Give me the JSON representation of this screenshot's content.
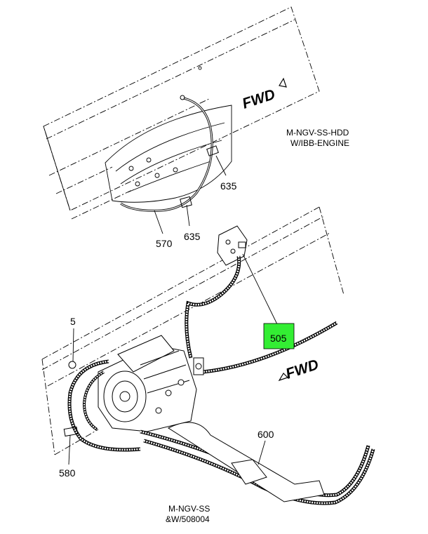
{
  "captions": {
    "upper_line1": "M-NGV-SS-HDD",
    "upper_line2": "W/IBB-ENGINE",
    "lower_line1": "M-NGV-SS",
    "lower_line2": "&W/508004"
  },
  "direction": {
    "upper": "FWD",
    "lower": "FWD"
  },
  "callouts": {
    "c635_top": "635",
    "c635_bottom": "635",
    "c570": "570",
    "c505": "505",
    "c5": "5",
    "c580": "580",
    "c600": "600"
  },
  "colors": {
    "highlight": "#33ee33",
    "line": "#000000"
  }
}
